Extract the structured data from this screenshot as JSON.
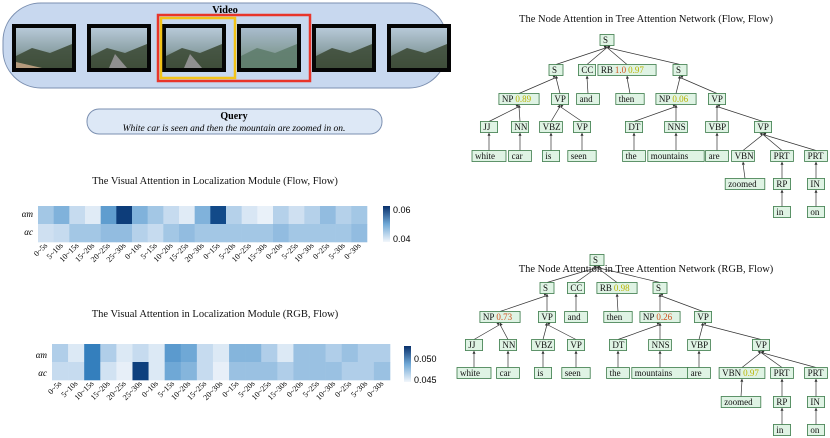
{
  "video": {
    "title": "Video"
  },
  "query": {
    "title": "Query",
    "text": "White car is seen and then the mountain are zoomed in on."
  },
  "heatmaps": [
    {
      "title": "The Visual Attention in Localization Module (Flow, Flow)",
      "rows": [
        "αm",
        "αc"
      ],
      "colorbar": {
        "max_label": "0.06",
        "min_label": "0.04",
        "min": 0.04,
        "max": 0.06
      },
      "x_labels": [
        "0~5s",
        "5~10s",
        "10~15s",
        "15~20s",
        "20~25s",
        "25~30s",
        "0~10s",
        "5~15s",
        "10~20s",
        "15~25s",
        "20~30s",
        "0~15s",
        "5~20s",
        "10~25s",
        "15~30s",
        "0~20s",
        "5~25s",
        "10~30s",
        "0~25s",
        "5~30s",
        "0~30s"
      ],
      "values": [
        [
          0.047,
          0.049,
          0.045,
          0.042,
          0.051,
          0.059,
          0.049,
          0.047,
          0.045,
          0.042,
          0.049,
          0.058,
          0.046,
          0.043,
          0.041,
          0.046,
          0.044,
          0.046,
          0.048,
          0.046,
          0.047
        ],
        [
          0.044,
          0.045,
          0.047,
          0.047,
          0.048,
          0.048,
          0.046,
          0.045,
          0.047,
          0.048,
          0.047,
          0.047,
          0.047,
          0.047,
          0.047,
          0.048,
          0.047,
          0.047,
          0.047,
          0.047,
          0.048
        ]
      ]
    },
    {
      "title": "The Visual Attention in Localization Module (RGB, Flow)",
      "rows": [
        "αm",
        "αc"
      ],
      "colorbar": {
        "max_label": "0.050",
        "min_label": "0.045",
        "min": 0.044,
        "max": 0.052
      },
      "x_labels": [
        "0~5s",
        "5~10s",
        "10~15s",
        "15~20s",
        "20~25s",
        "25~30s",
        "0~10s",
        "5~15s",
        "10~20s",
        "15~25s",
        "20~30s",
        "0~15s",
        "5~20s",
        "10~25s",
        "15~30s",
        "0~20s",
        "5~25s",
        "10~30s",
        "0~25s",
        "5~30s",
        "0~30s"
      ],
      "values": [
        [
          0.0465,
          0.045,
          0.0495,
          0.0465,
          0.045,
          0.046,
          0.045,
          0.0485,
          0.048,
          0.046,
          0.045,
          0.0475,
          0.0475,
          0.0465,
          0.045,
          0.047,
          0.047,
          0.0465,
          0.047,
          0.0465,
          0.0465
        ],
        [
          0.046,
          0.046,
          0.0495,
          0.0455,
          0.0445,
          0.0515,
          0.045,
          0.048,
          0.0475,
          0.046,
          0.0445,
          0.047,
          0.047,
          0.047,
          0.0465,
          0.047,
          0.047,
          0.047,
          0.0465,
          0.0465,
          0.047
        ]
      ]
    }
  ],
  "trees": [
    {
      "title": "The Node Attention in Tree Attention Network (Flow, Flow)",
      "nodes": [
        {
          "id": "S0",
          "label": "S"
        },
        {
          "id": "S1",
          "label": "S"
        },
        {
          "id": "CC",
          "label": "CC"
        },
        {
          "id": "RB",
          "label": "RB",
          "scores": [
            {
              "v": "1.0",
              "c": "#d0521d"
            },
            {
              "v": "0.97",
              "c": "#b9b400"
            }
          ]
        },
        {
          "id": "S2",
          "label": "S"
        },
        {
          "id": "NP1",
          "label": "NP",
          "scores": [
            {
              "v": "0.89",
              "c": "#b9b400"
            }
          ]
        },
        {
          "id": "VP1",
          "label": "VP"
        },
        {
          "id": "and",
          "label": "and"
        },
        {
          "id": "then",
          "label": "then"
        },
        {
          "id": "NP2",
          "label": "NP",
          "scores": [
            {
              "v": "0.06",
              "c": "#b9b400"
            }
          ]
        },
        {
          "id": "VP2",
          "label": "VP"
        },
        {
          "id": "JJ",
          "label": "JJ"
        },
        {
          "id": "NN",
          "label": "NN"
        },
        {
          "id": "VBZ",
          "label": "VBZ"
        },
        {
          "id": "VP3",
          "label": "VP"
        },
        {
          "id": "DT",
          "label": "DT"
        },
        {
          "id": "NNS",
          "label": "NNS"
        },
        {
          "id": "VBP",
          "label": "VBP"
        },
        {
          "id": "VP4",
          "label": "VP"
        },
        {
          "id": "white",
          "label": "white"
        },
        {
          "id": "car",
          "label": "car"
        },
        {
          "id": "is",
          "label": "is"
        },
        {
          "id": "seen",
          "label": "seen"
        },
        {
          "id": "the",
          "label": "the"
        },
        {
          "id": "mountains",
          "label": "mountains"
        },
        {
          "id": "are",
          "label": "are"
        },
        {
          "id": "VBN",
          "label": "VBN"
        },
        {
          "id": "PRT1",
          "label": "PRT"
        },
        {
          "id": "PRT2",
          "label": "PRT"
        },
        {
          "id": "zoomed",
          "label": "zoomed"
        },
        {
          "id": "RP",
          "label": "RP"
        },
        {
          "id": "IN",
          "label": "IN"
        },
        {
          "id": "in",
          "label": "in"
        },
        {
          "id": "on",
          "label": "on"
        }
      ]
    },
    {
      "title": "The Node Attention in Tree Attention Network (RGB, Flow)",
      "nodes": [
        {
          "id": "S0",
          "label": "S"
        },
        {
          "id": "S1",
          "label": "S"
        },
        {
          "id": "CC",
          "label": "CC"
        },
        {
          "id": "RB",
          "label": "RB",
          "scores": [
            {
              "v": "0.98",
              "c": "#b9b400"
            }
          ]
        },
        {
          "id": "S2",
          "label": "S"
        },
        {
          "id": "NP1",
          "label": "NP",
          "scores": [
            {
              "v": "0.73",
              "c": "#d0521d"
            }
          ]
        },
        {
          "id": "VP1",
          "label": "VP"
        },
        {
          "id": "and",
          "label": "and"
        },
        {
          "id": "then",
          "label": "then"
        },
        {
          "id": "NP2",
          "label": "NP",
          "scores": [
            {
              "v": "0.26",
              "c": "#d0521d"
            }
          ]
        },
        {
          "id": "VP2",
          "label": "VP"
        },
        {
          "id": "JJ",
          "label": "JJ"
        },
        {
          "id": "NN",
          "label": "NN"
        },
        {
          "id": "VBZ",
          "label": "VBZ"
        },
        {
          "id": "VP3",
          "label": "VP"
        },
        {
          "id": "DT",
          "label": "DT"
        },
        {
          "id": "NNS",
          "label": "NNS"
        },
        {
          "id": "VBP",
          "label": "VBP"
        },
        {
          "id": "VP4",
          "label": "VP"
        },
        {
          "id": "white",
          "label": "white"
        },
        {
          "id": "car",
          "label": "car"
        },
        {
          "id": "is",
          "label": "is"
        },
        {
          "id": "seen",
          "label": "seen"
        },
        {
          "id": "the",
          "label": "the"
        },
        {
          "id": "mountains",
          "label": "mountains"
        },
        {
          "id": "are",
          "label": "are"
        },
        {
          "id": "VBN",
          "label": "VBN",
          "scores": [
            {
              "v": "0.97",
              "c": "#b9b400"
            }
          ]
        },
        {
          "id": "PRT1",
          "label": "PRT"
        },
        {
          "id": "PRT2",
          "label": "PRT"
        },
        {
          "id": "zoomed",
          "label": "zoomed"
        },
        {
          "id": "RP",
          "label": "RP"
        },
        {
          "id": "IN",
          "label": "IN"
        },
        {
          "id": "in",
          "label": "in"
        },
        {
          "id": "on",
          "label": "on"
        }
      ]
    }
  ],
  "colors": {
    "selection_outer": "#e8352a",
    "selection_inner": "#f2c318",
    "video_panel": "#c8d8ef",
    "query_panel": "#dde8f6",
    "node_fill": "#dff3e4",
    "node_stroke": "#3a7a48"
  }
}
